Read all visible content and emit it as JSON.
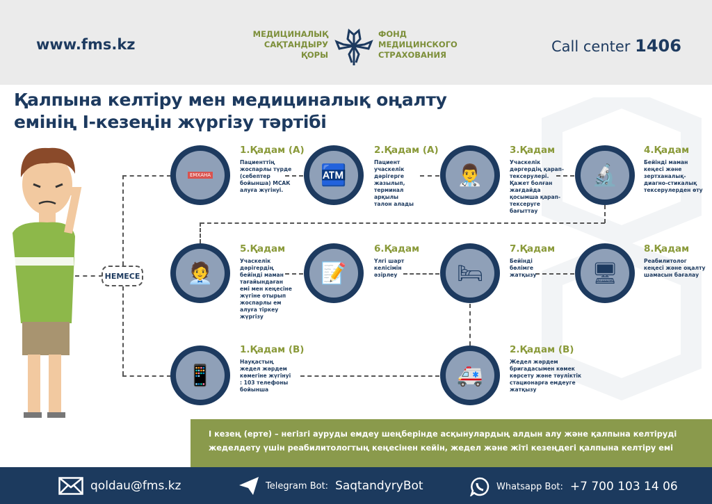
{
  "header": {
    "website": "www.fms.kz",
    "logo_kz": [
      "МЕДИЦИНАЛЫҚ",
      "САҚТАНДЫРУ",
      "ҚОРЫ"
    ],
    "logo_ru": [
      "ФОНД",
      "МЕДИЦИНСКОГО",
      "СТРАХОВАНИЯ"
    ],
    "call_label": "Call center",
    "call_number": "1406"
  },
  "title": [
    "Қалпына келтіру мен медициналық оңалту",
    "емінің  I-кезеңін жүргізу тәртібі"
  ],
  "nemese": "НЕМЕСЕ",
  "steps": [
    {
      "title": "1.Қадам (А)",
      "text": "Пациенттің жоспарлы түрде (себептер бойынша) МСАК алуға жүгінуі.",
      "icon": "clinic-icon"
    },
    {
      "title": "2.Қадам (А)",
      "text": "Пациент учаскелік дәрігерге жазылып, терминал арқылы талон алады",
      "icon": "terminal-icon"
    },
    {
      "title": "3.Қадам",
      "text": "Учаскелік дәргердің қарап-тексерулері. Қажет болған жағдайда қосымша қарап-тексеруге бағыттау",
      "icon": "doctor-consult-icon"
    },
    {
      "title": "4.Қадам",
      "text": "Бейінді маман кеңесі және зертханалық-диагно-стикалық тексерулерден өту",
      "icon": "lab-icon"
    },
    {
      "title": "5.Қадам",
      "text": "Учаскелік дәрігердің  бейінді маман тағайындаған емі мен кеңесіне жүгіне отырып жоспарлы ем алуға тіркеу жүргізу",
      "icon": "doctor-desk-icon"
    },
    {
      "title": "6.Қадам",
      "text": "Үлгі шарт келісімін әзірлеу",
      "icon": "contract-icon"
    },
    {
      "title": "7.Қадам",
      "text": "Бейінді бөлімге жатқызу",
      "icon": "hospital-bed-icon"
    },
    {
      "title": "8.Қадам",
      "text": "Реабилитолог кеңесі және оңалту шамасын бағалау",
      "icon": "rehab-icon"
    },
    {
      "title": "1.Қадам (В)",
      "text": "Науқастың жедел жәрдем көмегіне жүгінуі : 103 телефоны бойынша",
      "icon": "phone-call-icon"
    },
    {
      "title": "2.Қадам (В)",
      "text": "Жедел жәрдем бригадасымен көмек көрсету және тәуліктік стационарға емдеуге жатқызу",
      "icon": "ambulance-icon"
    }
  ],
  "clinic_sign": "ЕМХАНА",
  "banner": [
    "I кезең (ерте) – негізгі ауруды емдеу шеңберінде асқынулардың алдын алу және қалпына келтіруді",
    "жеделдету үшін реабилитологтың кеңесінен кейін, жедел және жіті кезеңдегі қалпына келтіру емі"
  ],
  "footer": {
    "email": "qoldau@fms.kz",
    "telegram_label": "Telegram Bot:",
    "telegram_value": "SaqtandyryBot",
    "whatsapp_label": "Whatsapp Bot:",
    "whatsapp_value": "+7 700 103 14 06"
  },
  "colors": {
    "navy": "#1d3a5f",
    "green": "#8a9a3a",
    "banner": "#8a9a4c",
    "footer": "#1c3a5e"
  }
}
